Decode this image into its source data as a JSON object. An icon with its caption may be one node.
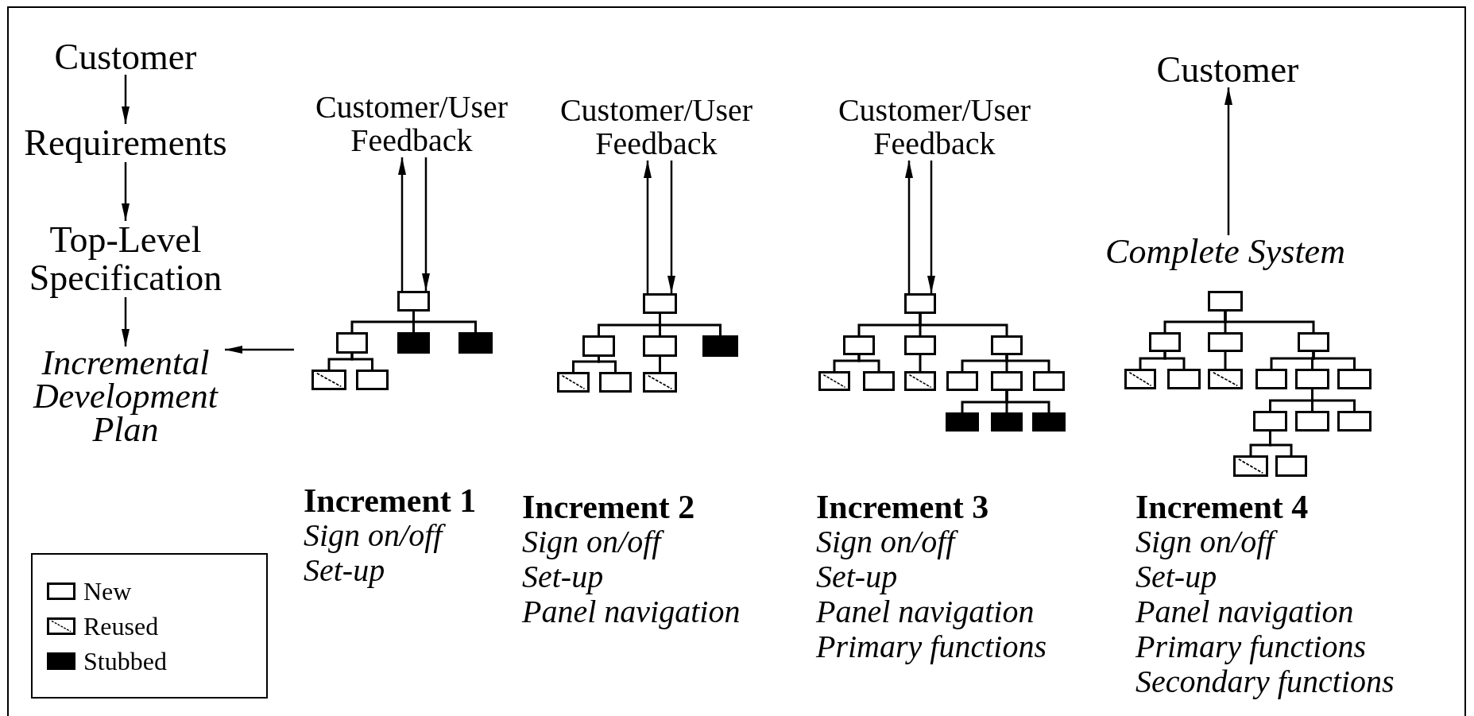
{
  "diagram": {
    "nodes": [
      {
        "text": [
          "Customer"
        ]
      },
      {
        "text": [
          "Requirements"
        ]
      },
      {
        "text": [
          "Top-Level Specification"
        ]
      },
      {
        "text": [
          "Incremental Development Plan"
        ]
      },
      {
        "text": [
          "Customer/User Feedback"
        ]
      },
      {
        "text": [
          "Customer/User Feedback"
        ]
      },
      {
        "text": [
          "Customer/User Feedback"
        ]
      },
      {
        "text": [
          "Customer"
        ]
      },
      {
        "text": [
          "Complete System"
        ]
      },
      {
        "text": [],
        "shape": "box"
      },
      {
        "text": [],
        "shape": "box"
      },
      {
        "text": [],
        "shape": "box"
      },
      {
        "text": [],
        "shape": "box"
      },
      {
        "text": [],
        "shape": "box"
      },
      {
        "text": [],
        "shape": "box"
      },
      {
        "text": [],
        "shape": "box"
      },
      {
        "text": [],
        "shape": "box"
      },
      {
        "text": [],
        "shape": "box"
      },
      {
        "text": [],
        "shape": "box"
      },
      {
        "text": [],
        "shape": "box"
      },
      {
        "text": [],
        "shape": "box"
      },
      {
        "text": [],
        "shape": "box"
      },
      {
        "text": [],
        "shape": "box"
      },
      {
        "text": [],
        "shape": "box"
      },
      {
        "text": [],
        "shape": "box"
      },
      {
        "text": [],
        "shape": "box"
      },
      {
        "text": [],
        "shape": "box"
      },
      {
        "text": [],
        "shape": "box"
      },
      {
        "text": [],
        "shape": "box"
      },
      {
        "text": [],
        "shape": "box"
      },
      {
        "text": [],
        "shape": "box"
      },
      {
        "text": [],
        "shape": "box"
      },
      {
        "text": [],
        "shape": "box"
      },
      {
        "text": [],
        "shape": "box"
      },
      {
        "text": [],
        "shape": "box"
      },
      {
        "text": [],
        "shape": "box"
      },
      {
        "text": [],
        "shape": "box"
      },
      {
        "text": [],
        "shape": "box"
      },
      {
        "text": [],
        "shape": "box"
      },
      {
        "text": [],
        "shape": "box"
      },
      {
        "text": [],
        "shape": "box"
      },
      {
        "text": [],
        "shape": "box"
      },
      {
        "text": [],
        "shape": "box"
      },
      {
        "text": [],
        "shape": "box"
      },
      {
        "text": [],
        "shape": "box"
      },
      {
        "text": [],
        "shape": "box"
      },
      {
        "text": [],
        "shape": "box"
      },
      {
        "text": [],
        "shape": "box"
      },
      {
        "text": [],
        "shape": "box"
      },
      {
        "text": [],
        "shape": "box"
      }
    ],
    "edges": [
      {
        "from": 0,
        "to": 1,
        "arrow": "to"
      },
      {
        "from": 1,
        "to": 2,
        "arrow": "to"
      },
      {
        "from": 2,
        "to": 3,
        "arrow": "to"
      },
      {
        "from": null,
        "to": 3,
        "arrow": "to"
      },
      {
        "from": 9,
        "to": 4,
        "arrow": "to"
      },
      {
        "from": 4,
        "to": 9,
        "arrow": "to"
      },
      {
        "from": 15,
        "to": 5,
        "arrow": "to"
      },
      {
        "from": 5,
        "to": 15,
        "arrow": "to"
      },
      {
        "from": 22,
        "to": 6,
        "arrow": "to"
      },
      {
        "from": 6,
        "to": 22,
        "arrow": "to"
      },
      {
        "from": 8,
        "to": 7,
        "arrow": "to"
      },
      {
        "from": 9,
        "to": 10,
        "arrow": "none"
      },
      {
        "from": 9,
        "to": 11,
        "arrow": "none"
      },
      {
        "from": 9,
        "to": 12,
        "arrow": "none"
      },
      {
        "from": 10,
        "to": 13,
        "arrow": "none"
      },
      {
        "from": 10,
        "to": 14,
        "arrow": "none"
      },
      {
        "from": 15,
        "to": 16,
        "arrow": "none"
      },
      {
        "from": 15,
        "to": 17,
        "arrow": "none"
      },
      {
        "from": 15,
        "to": 18,
        "arrow": "none"
      },
      {
        "from": 16,
        "to": 19,
        "arrow": "none"
      },
      {
        "from": 16,
        "to": 20,
        "arrow": "none"
      },
      {
        "from": 17,
        "to": 21,
        "arrow": "none"
      },
      {
        "from": 22,
        "to": 23,
        "arrow": "none"
      },
      {
        "from": 22,
        "to": 24,
        "arrow": "none"
      },
      {
        "from": 22,
        "to": 25,
        "arrow": "none"
      },
      {
        "from": 23,
        "to": 26,
        "arrow": "none"
      },
      {
        "from": 23,
        "to": 27,
        "arrow": "none"
      },
      {
        "from": 24,
        "to": 28,
        "arrow": "none"
      },
      {
        "from": 25,
        "to": 29,
        "arrow": "none"
      },
      {
        "from": 25,
        "to": 30,
        "arrow": "none"
      },
      {
        "from": 25,
        "to": 31,
        "arrow": "none"
      },
      {
        "from": 30,
        "to": 32,
        "arrow": "none"
      },
      {
        "from": 30,
        "to": 33,
        "arrow": "none"
      },
      {
        "from": 30,
        "to": 34,
        "arrow": "none"
      },
      {
        "from": 35,
        "to": 36,
        "arrow": "none"
      },
      {
        "from": 35,
        "to": 37,
        "arrow": "none"
      },
      {
        "from": 35,
        "to": 38,
        "arrow": "none"
      },
      {
        "from": 36,
        "to": 39,
        "arrow": "none"
      },
      {
        "from": 36,
        "to": 40,
        "arrow": "none"
      },
      {
        "from": 37,
        "to": 41,
        "arrow": "none"
      },
      {
        "from": 38,
        "to": 42,
        "arrow": "none"
      },
      {
        "from": 38,
        "to": 43,
        "arrow": "none"
      },
      {
        "from": 38,
        "to": 44,
        "arrow": "none"
      },
      {
        "from": 43,
        "to": 45,
        "arrow": "none"
      },
      {
        "from": 43,
        "to": 46,
        "arrow": "none"
      },
      {
        "from": 43,
        "to": 47,
        "arrow": "none"
      },
      {
        "from": 45,
        "to": 48,
        "arrow": "none"
      },
      {
        "from": 45,
        "to": 49,
        "arrow": "none"
      }
    ],
    "labels": [
      "Increment 1",
      "Sign on/off",
      "Set-up",
      "Increment 2",
      "Sign on/off",
      "Set-up",
      "Panel navigation",
      "Increment 3",
      "Sign on/off",
      "Set-up",
      "Panel navigation",
      "Primary functions",
      "Increment 4",
      "Sign on/off",
      "Set-up",
      "Panel navigation",
      "Primary functions",
      "Secondary functions"
    ],
    "legend": [
      {
        "text": "New"
      },
      {
        "text": "Reused"
      },
      {
        "text": "Stubbed"
      }
    ]
  }
}
